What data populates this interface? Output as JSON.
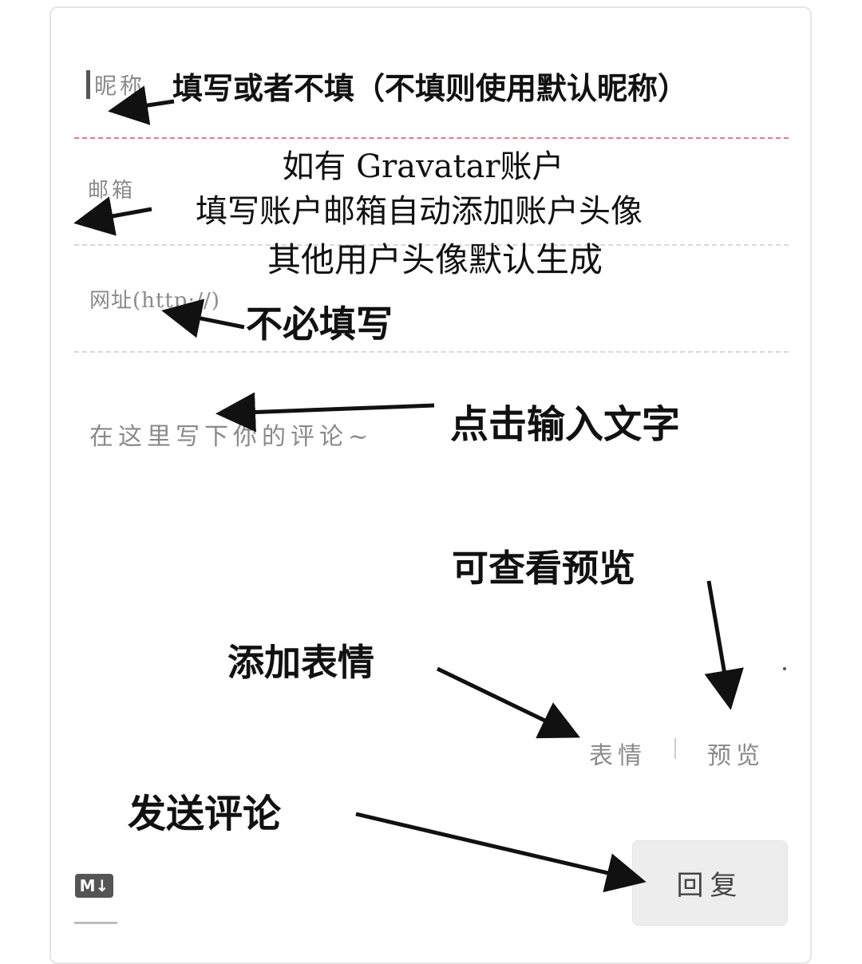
{
  "form": {
    "nickname_placeholder": "昵称",
    "email_placeholder": "邮箱",
    "url_placeholder": "网址(http://)",
    "comment_placeholder": "在这里写下你的评论~",
    "emoji_label": "表情",
    "preview_label": "预览",
    "reply_button": "回复",
    "markdown_icon": "M↓"
  },
  "annotations": {
    "nickname": "填写或者不填（不填则使用默认昵称）",
    "email_line1": "如有 Gravatar账户",
    "email_line2": "填写账户邮箱自动添加账户头像",
    "email_line3": "其他用户头像默认生成",
    "url": "不必填写",
    "comment": "点击输入文字",
    "preview": "可查看预览",
    "emoji": "添加表情",
    "send": "发送评论"
  },
  "colors": {
    "active_divider": "#e07b80",
    "divider": "#d8d8d8",
    "placeholder_text": "#8a8a8a",
    "button_bg": "#ededed"
  }
}
